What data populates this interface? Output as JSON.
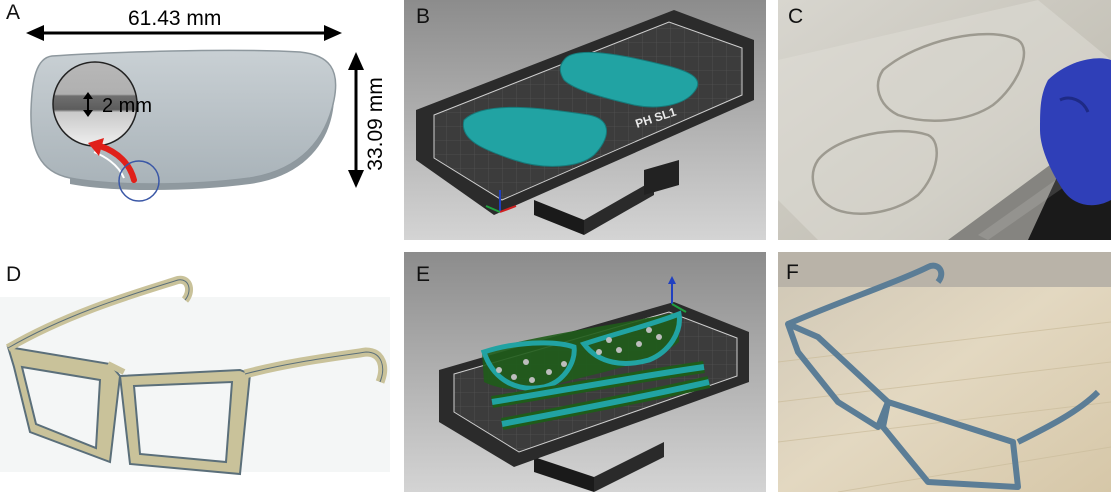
{
  "panels": {
    "a": {
      "label": "A",
      "dimensions": {
        "width_label": "61.43 mm",
        "height_label": "33.09 mm",
        "thickness_label": "2 mm"
      }
    },
    "b": {
      "label": "B",
      "plate_text": "PH    SL1"
    },
    "c": {
      "label": "C"
    },
    "d": {
      "label": "D"
    },
    "e": {
      "label": "E"
    },
    "f": {
      "label": "F"
    }
  },
  "colors": {
    "lens_gray": "#b9c2c8",
    "resin_teal": "#21a3a3",
    "support_green": "#1f5c1a",
    "frame_beige": "#c9c29a",
    "frame_blue": "#5b7d96",
    "arrow_red": "#e0201a",
    "circle_blue": "#3a57a6"
  }
}
